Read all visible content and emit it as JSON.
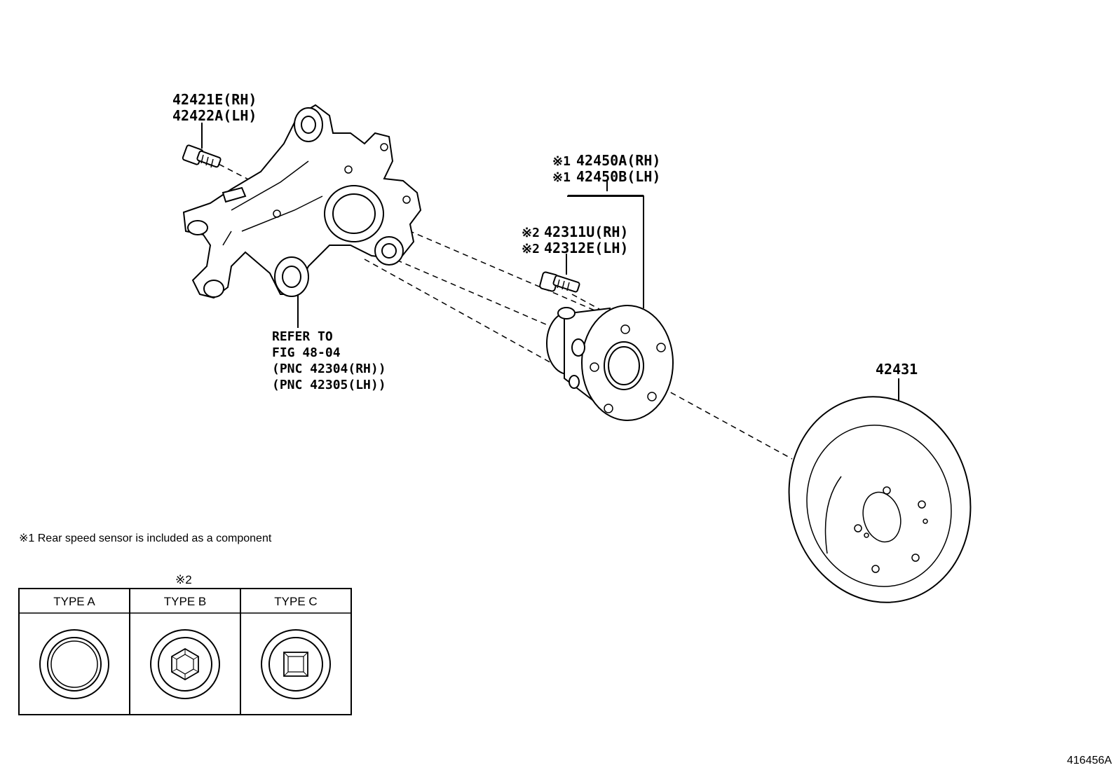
{
  "callouts": {
    "bolt_rh": "42421E(RH)",
    "bolt_lh": "42422A(LH)",
    "hub_rh_mark": "※1",
    "hub_rh": "42450A(RH)",
    "hub_lh_mark": "※1",
    "hub_lh": "42450B(LH)",
    "stud_rh_mark": "※2",
    "stud_rh": "42311U(RH)",
    "stud_lh_mark": "※2",
    "stud_lh": "42312E(LH)",
    "refer_line1": "REFER TO",
    "refer_line2": "FIG 48-04",
    "refer_line3": "(PNC 42304(RH))",
    "refer_line4": "(PNC 42305(LH))",
    "disc": "42431"
  },
  "footnote": "※1 Rear speed sensor is included as a component",
  "types_table": {
    "mark": "※2",
    "headers": [
      "TYPE A",
      "TYPE B",
      "TYPE C"
    ]
  },
  "illustration_id": "416456A"
}
